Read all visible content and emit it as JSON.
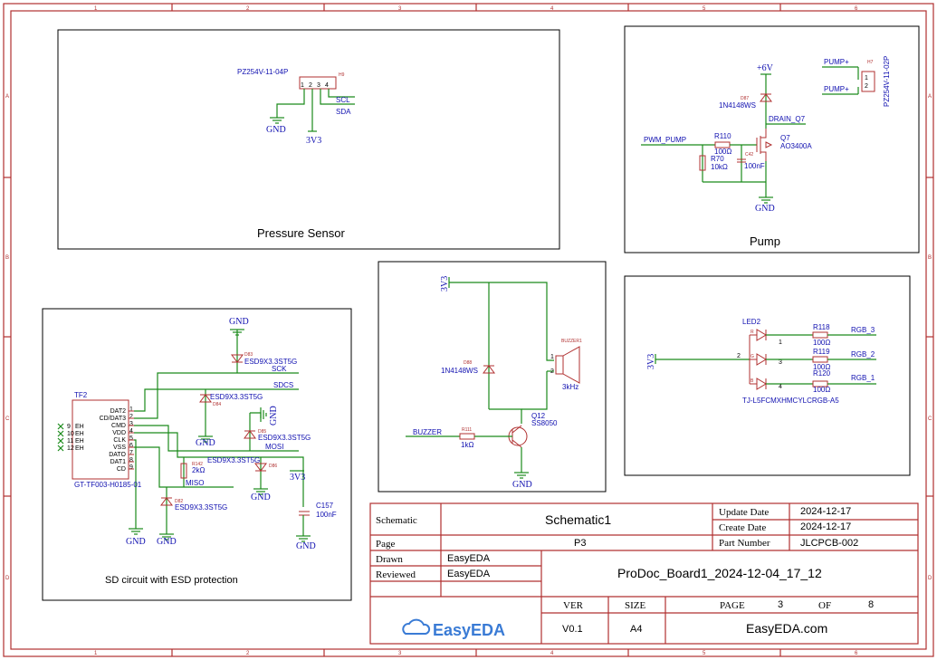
{
  "ruler": {
    "cols": [
      "1",
      "2",
      "3",
      "4",
      "5",
      "6"
    ],
    "rows": [
      "A",
      "B",
      "C",
      "D"
    ]
  },
  "blocks": {
    "pressure": {
      "title": "Pressure Sensor",
      "connector_name": "PZ254V-11-04P",
      "designator": "H9",
      "pins": [
        "1",
        "2",
        "3",
        "4"
      ],
      "nets": {
        "scl": "SCL",
        "sda": "SDA",
        "gnd": "GND",
        "v33": "3V3"
      }
    },
    "pump": {
      "title": "Pump",
      "v6": "+6V",
      "diode_value": "1N4148WS",
      "diode_des": "D87",
      "drain_net": "DRAIN_Q7",
      "pwm_net": "PWM_PUMP",
      "r110": "R110",
      "r110_val": "100Ω",
      "r70": "R70",
      "r70_val": "10kΩ",
      "c_des": "C42",
      "c_val": "100nF",
      "q_des": "Q7",
      "q_val": "AO3400A",
      "gnd": "GND",
      "conn_des": "H7",
      "conn_val": "PZ254V-11-02P",
      "pump_plus_1": "PUMP+",
      "pump_plus_2": "PUMP+",
      "conn_pins": [
        "1",
        "2"
      ]
    },
    "buzzer": {
      "v33": "3V3",
      "diode_des": "D88",
      "diode_val": "1N4148WS",
      "buzzer_des": "BUZZER1",
      "buzzer_freq": "3kHz",
      "pin1": "1",
      "pin2": "2",
      "q_des": "Q12",
      "q_val": "SS8050",
      "net": "BUZZER",
      "r_des": "R111",
      "r_val": "1kΩ",
      "gnd": "GND"
    },
    "led": {
      "v33": "3V3",
      "des": "LED2",
      "part": "TJ-L5FCMXHMCYLCRGB-A5",
      "pin_common": "2",
      "pins": [
        "1",
        "3",
        "4"
      ],
      "r": [
        {
          "des": "R118",
          "val": "100Ω",
          "net": "RGB_3",
          "sub": "R"
        },
        {
          "des": "R119",
          "val": "100Ω",
          "net": "RGB_2",
          "sub": "G"
        },
        {
          "des": "R120",
          "val": "100Ω",
          "net": "RGB_1",
          "sub": "B"
        }
      ]
    },
    "sd": {
      "title": "SD circuit with ESD protection",
      "des": "TF2",
      "part": "GT-TF003-H0185-01",
      "pins": [
        "DAT2",
        "CD/DAT3",
        "CMD",
        "VDD",
        "CLK",
        "VSS",
        "DATO",
        "DAT1",
        "CD"
      ],
      "pin_nums": [
        "1",
        "2",
        "3",
        "4",
        "5",
        "6",
        "7",
        "8",
        "9"
      ],
      "eh_pins": [
        "9",
        "10",
        "11",
        "12"
      ],
      "eh": "EH",
      "gnd": "GND",
      "v33": "3V3",
      "nets": {
        "sck": "SCK",
        "sdcs": "SDCS",
        "mosi": "MOSI",
        "miso": "MISO"
      },
      "esd": "ESD9X3.3ST5G",
      "esd_des": [
        "D83",
        "D84",
        "D85",
        "D86",
        "D82"
      ],
      "r_des": "R142",
      "r_val": "2kΩ",
      "c_des": "C157",
      "c_val": "100nF"
    }
  },
  "titleblock": {
    "schematic_label": "Schematic",
    "schematic_value": "Schematic1",
    "page_label": "Page",
    "page_value": "P3",
    "drawn_label": "Drawn",
    "drawn_value": "EasyEDA",
    "reviewed_label": "Reviewed",
    "reviewed_value": "EasyEDA",
    "update_label": "Update Date",
    "update_value": "2024-12-17",
    "create_label": "Create Date",
    "create_value": "2024-12-17",
    "partnum_label": "Part Number",
    "partnum_value": "JLCPCB-002",
    "board": "ProDoc_Board1_2024-12-04_17_12",
    "ver_label": "VER",
    "size_label": "SIZE",
    "page2_label": "PAGE",
    "of_label": "OF",
    "page_num": "3",
    "page_total": "8",
    "ver_value": "V0.1",
    "size_value": "A4",
    "site": "EasyEDA.com",
    "logo": "EasyEDA"
  }
}
